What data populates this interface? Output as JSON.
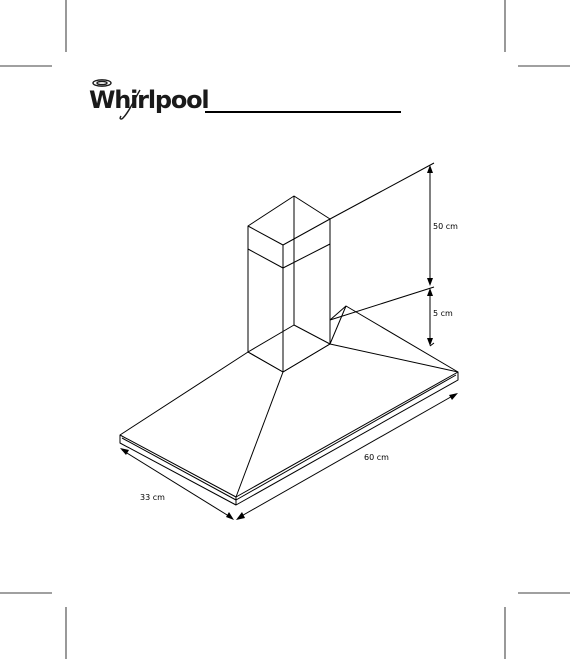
{
  "brand": {
    "name": "Whirlpool",
    "logo_icon": "whirlpool-swirl-logo",
    "text_color": "#1a1a1a"
  },
  "diagram": {
    "subject": "chimney cooker hood",
    "line_color": "#000000",
    "dimensions": {
      "chimney_height": "50 cm",
      "collar_height": "5 cm",
      "width": "60 cm",
      "depth": "33 cm"
    }
  }
}
